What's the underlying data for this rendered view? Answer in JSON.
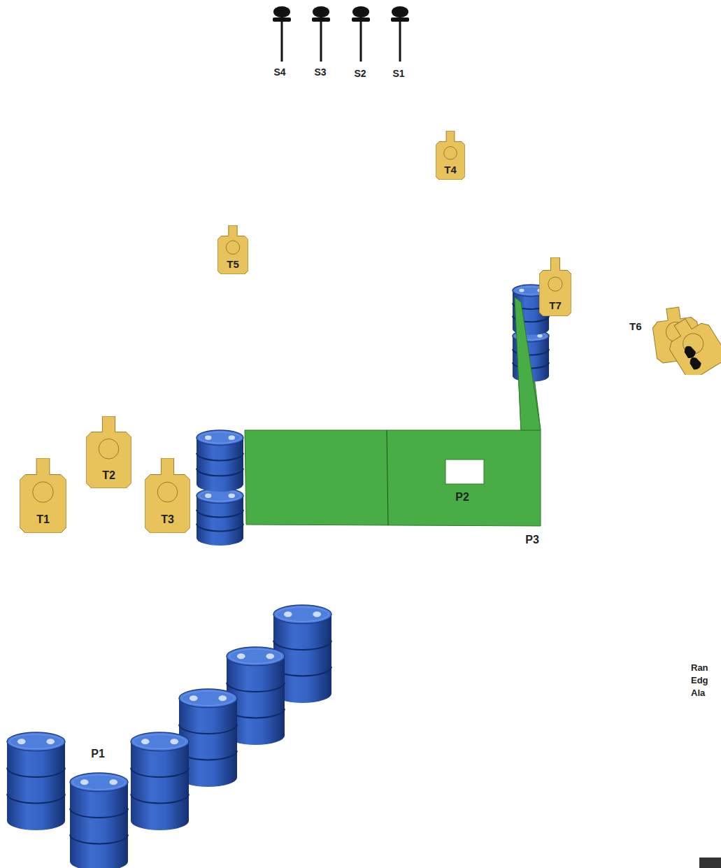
{
  "diagram": {
    "nodes": [
      {
        "text": [
          "T4"
        ]
      },
      {
        "text": [
          "T5"
        ]
      },
      {
        "text": [
          "T7"
        ]
      },
      {
        "text": [
          "T6"
        ]
      },
      {
        "text": [
          "T2"
        ]
      },
      {
        "text": [
          "T1"
        ]
      },
      {
        "text": [
          "T3"
        ]
      }
    ],
    "labels": [
      "S4",
      "S3",
      "S2",
      "S1",
      "P2",
      "P3",
      "P1",
      "Ran",
      "Edg",
      "Ala"
    ]
  }
}
